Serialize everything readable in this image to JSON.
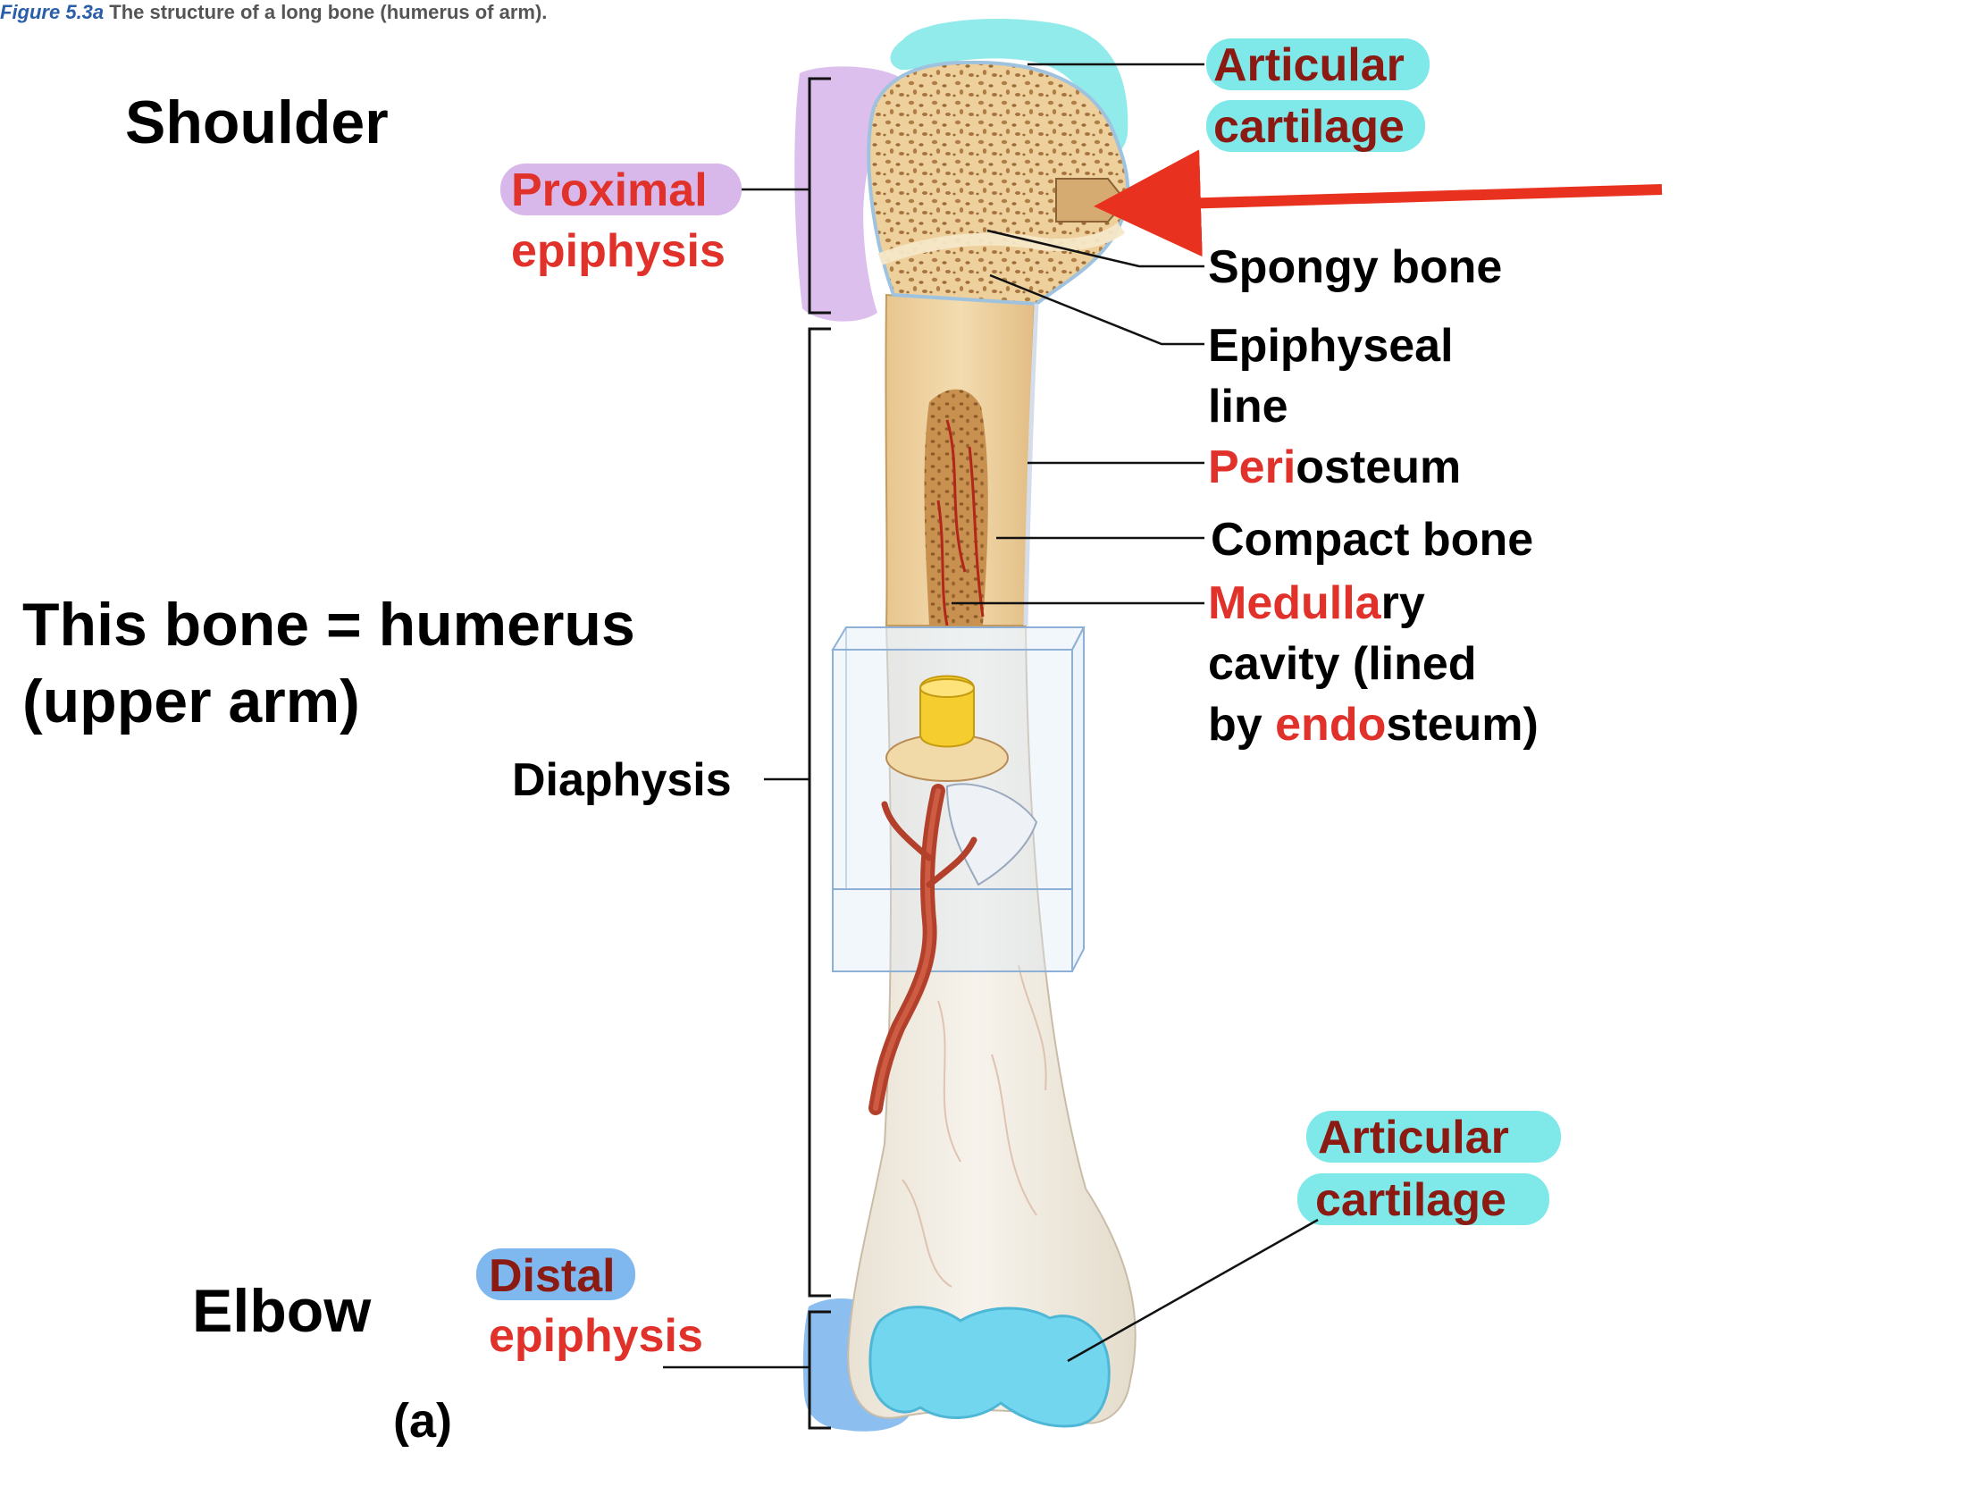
{
  "caption": {
    "figure_ref": "Figure 5.3a",
    "text": " The structure of a long bone (humerus of arm)."
  },
  "region_labels": {
    "shoulder": "Shoulder",
    "elbow": "Elbow",
    "humerus_line1": "This bone = humerus",
    "humerus_line2": "(upper arm)",
    "panel_letter": "(a)"
  },
  "part_labels": {
    "articular_top": [
      "Articular",
      "cartilage"
    ],
    "proximal": [
      "Proximal",
      "epiphysis"
    ],
    "spongy": "Spongy bone",
    "epiphyseal": [
      "Epiphyseal",
      "line"
    ],
    "periosteum": [
      "Peri",
      "osteum"
    ],
    "compact": "Compact bone",
    "medullary_l1": [
      "Medulla",
      "ry"
    ],
    "medullary_l2": "cavity (lined",
    "medullary_l3": [
      "by ",
      "endo",
      "steum)"
    ],
    "diaphysis": "Diaphysis",
    "articular_bottom": [
      "Articular",
      "cartilage"
    ],
    "distal": [
      "Distal",
      "epiphysis"
    ]
  },
  "colors": {
    "label_red": "#e0312a",
    "label_dark_red": "#8b1a13",
    "highlight_cyan": "#7fe8e8",
    "highlight_purple": "#d8b8ea",
    "highlight_blue": "#7fb8ee",
    "pointer_arrow": "#e8321f",
    "caption_blue": "#2a5ea8",
    "caption_gray": "#555555",
    "bone_tan": "#eccf9c",
    "cartilage_blue": "#72d6ee"
  }
}
